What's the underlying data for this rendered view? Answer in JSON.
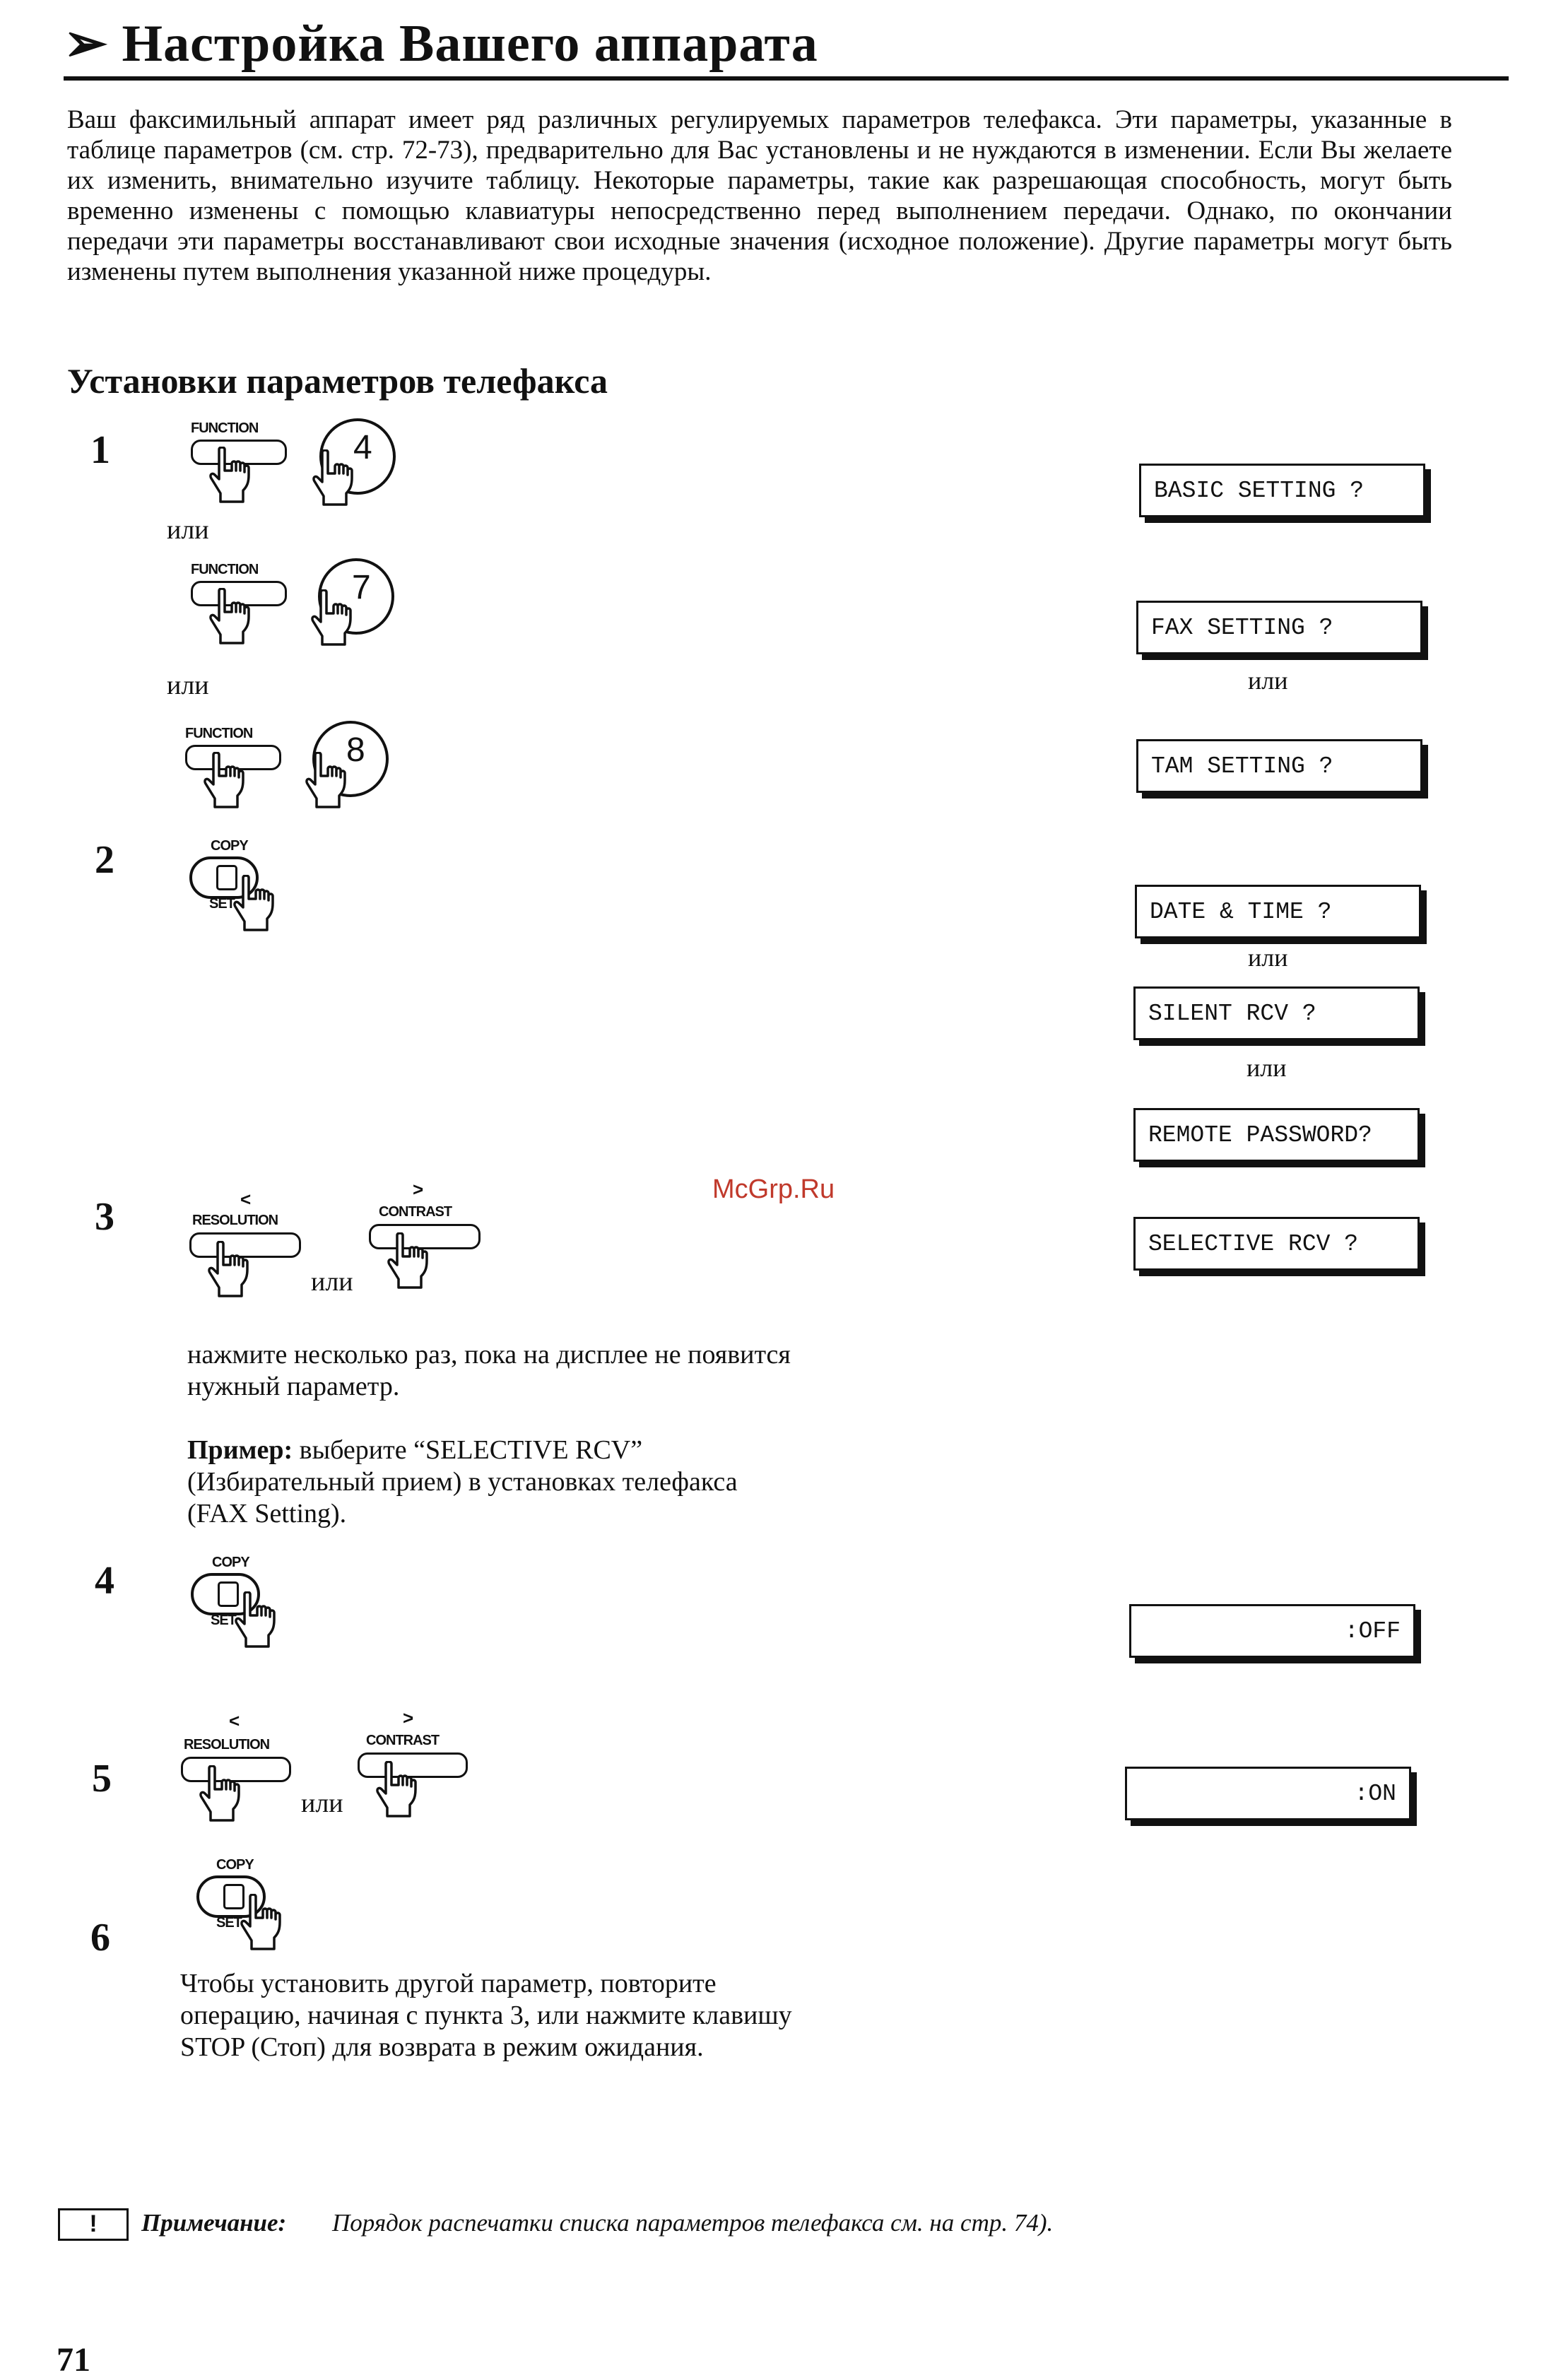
{
  "header": {
    "title_arrow": "➢",
    "title": "Настройка Вашего аппарата"
  },
  "intro": "Ваш факсимильный аппарат имеет ряд различных регулируемых параметров телефакса. Эти параметры, указанные в таблице параметров (см. стр. 72-73), предварительно для Вас установлены и не нуждаются в изменении. Если Вы желаете их изменить, внимательно изучите таблицу. Некоторые параметры, такие как разрешающая способность, могут быть временно изменены с помощью клавиатуры непосредственно перед выполнением передачи. Однако, по окончании передачи эти параметры восстанавливают свои исходные значения (исходное положение). Другие параметры могут быть изменены путем выполнения указанной ниже процедуры.",
  "section_title": "Установки параметров телефакса",
  "or_word": "или",
  "keys": {
    "function": "FUNCTION",
    "copy": "COPY",
    "set": "SET",
    "resolution": "RESOLUTION",
    "contrast": "CONTRAST",
    "less": "<",
    "greater": ">",
    "num4": "4",
    "num7": "7",
    "num8": "8"
  },
  "steps": {
    "s1": "1",
    "s2": "2",
    "s3": "3",
    "s4": "4",
    "s5": "5",
    "s6": "6",
    "s3_note": "нажмите несколько раз, пока на дисплее не появится нужный параметр.",
    "example_label": "Пример:",
    "example_text": "выберите “SELECTIVE RCV” (Избирательный прием) в установках телефакса (FAX Setting).",
    "s6_note": "Чтобы установить другой параметр, повторите операцию, начиная с пункта 3, или нажмите клавишу STOP (Стоп) для возврата в режим ожидания."
  },
  "displays": {
    "basic": "BASIC SETTING ?",
    "fax": "FAX SETTING ?",
    "tam": "TAM SETTING ?",
    "date": "DATE & TIME ?",
    "silent": "SILENT RCV ?",
    "remote": "REMOTE PASSWORD?",
    "selective": "SELECTIVE RCV ?",
    "off": ":OFF",
    "on": ":ON"
  },
  "watermark": "McGrp.Ru",
  "note": {
    "mark": "!",
    "label": "Примечание:",
    "text": "Порядок распечатки списка параметров телефакса см. на стр. 74)."
  },
  "page_number": "71"
}
